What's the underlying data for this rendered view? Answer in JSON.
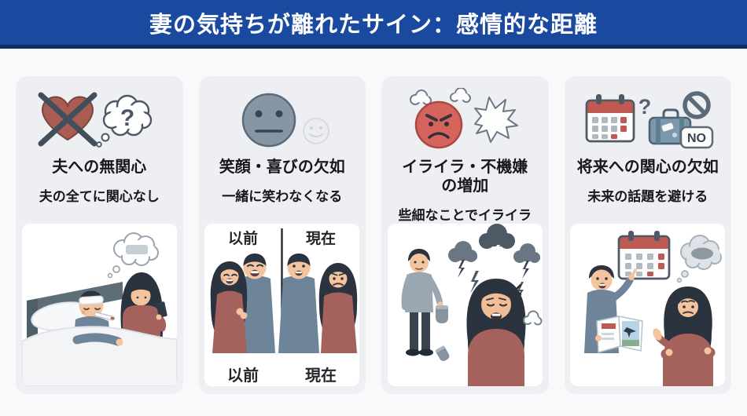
{
  "header": {
    "title": "妻の気持ちが離れたサイン：感情的な距離"
  },
  "colors": {
    "header_bg": "#1A4AA0",
    "header_underline": "#0D2E63",
    "page_bg": "#F8F9FA",
    "card_bg": "#EDEFF2",
    "text": "#16181C",
    "heart_red": "#A85C52",
    "angry_face_red": "#D5655C",
    "calendar_red": "#BF5A52",
    "slate_outline": "#46525F",
    "shirt_blue_gray": "#6E8499",
    "top_maroon": "#A5615B",
    "hair_dark": "#2A333E",
    "skin": "#F3C49E"
  },
  "panels": [
    {
      "name": "husband-indifference",
      "title_lines": [
        "夫への無関心"
      ],
      "subtitle": "夫の全てに関心なし",
      "bubble_question": "?",
      "icon_names": [
        "crossed-out-heart-icon",
        "question-thought-bubble-icon"
      ],
      "illustration_name": "wife-on-phone-beside-sick-husband-illustration"
    },
    {
      "name": "lack-of-smiles",
      "title_lines": [
        "笑顔・喜びの欠如"
      ],
      "subtitle": "一緒に笑わなくなる",
      "before_label": "以前",
      "now_label": "現在",
      "icon_names": [
        "neutral-face-icon",
        "faded-smiley-icon"
      ],
      "illustration_name": "before-after-couple-comparison-illustration"
    },
    {
      "name": "irritability-increase",
      "title_lines": [
        "イライラ・不機嫌",
        "の増加"
      ],
      "subtitle": "些細なことでイライラ",
      "icon_names": [
        "angry-face-icon",
        "steam-puffs-icon",
        "burst-speech-bubble-icon"
      ],
      "illustration_name": "wife-angry-storm-clouds-socks-illustration"
    },
    {
      "name": "future-disinterest",
      "title_lines": [
        "将来への関心の欠如"
      ],
      "subtitle": "未来の話題を避ける",
      "question_mark": "?",
      "no_badge": "NO",
      "icon_names": [
        "calendar-icon",
        "question-mark-icon",
        "suitcase-icon",
        "prohibition-icon",
        "no-badge-icon"
      ],
      "illustration_name": "husband-showing-travel-plan-wife-refusing-illustration"
    }
  ]
}
